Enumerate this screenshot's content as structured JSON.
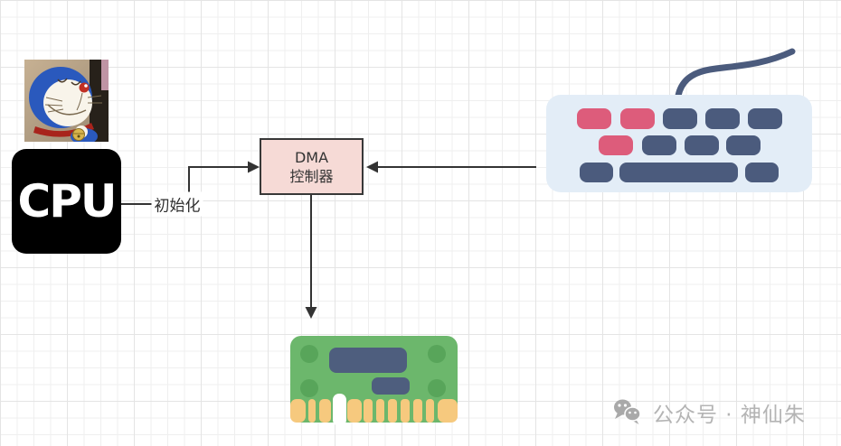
{
  "nodes": {
    "cpu": {
      "label": "CPU"
    },
    "dma": {
      "line1": "DMA",
      "line2": "控制器"
    }
  },
  "edges": {
    "init_label": "初始化"
  },
  "watermark": {
    "text": "公众号 · 神仙朱"
  },
  "icons": {
    "watermark": "wechat-icon",
    "keyboard": "keyboard-illustration",
    "memory": "ram-stick-illustration",
    "photo": "doraemon-photo"
  },
  "colors": {
    "edge": "#333333",
    "label-text": "#2f2f2f",
    "cpu-bg": "#000000",
    "cpu-text": "#ffffff",
    "dma-fill": "#f6dad6",
    "dma-border": "#383838",
    "dma-text": "#333333",
    "keyboard-body": "#e3edf7",
    "key-dark": "#4b5b7d",
    "key-accent": "#dd5c7b",
    "cable": "#4b5b7d",
    "ram-body": "#6cb76c",
    "ram-hole": "#58a55a",
    "ram-chip": "#4e5e7e",
    "ram-pin": "#f6c97e",
    "watermark-text": "#b4b4b4",
    "watermark-icon": "#a9a9a9",
    "grid-minor": "#efefef",
    "grid-major": "#e4e4e4"
  }
}
